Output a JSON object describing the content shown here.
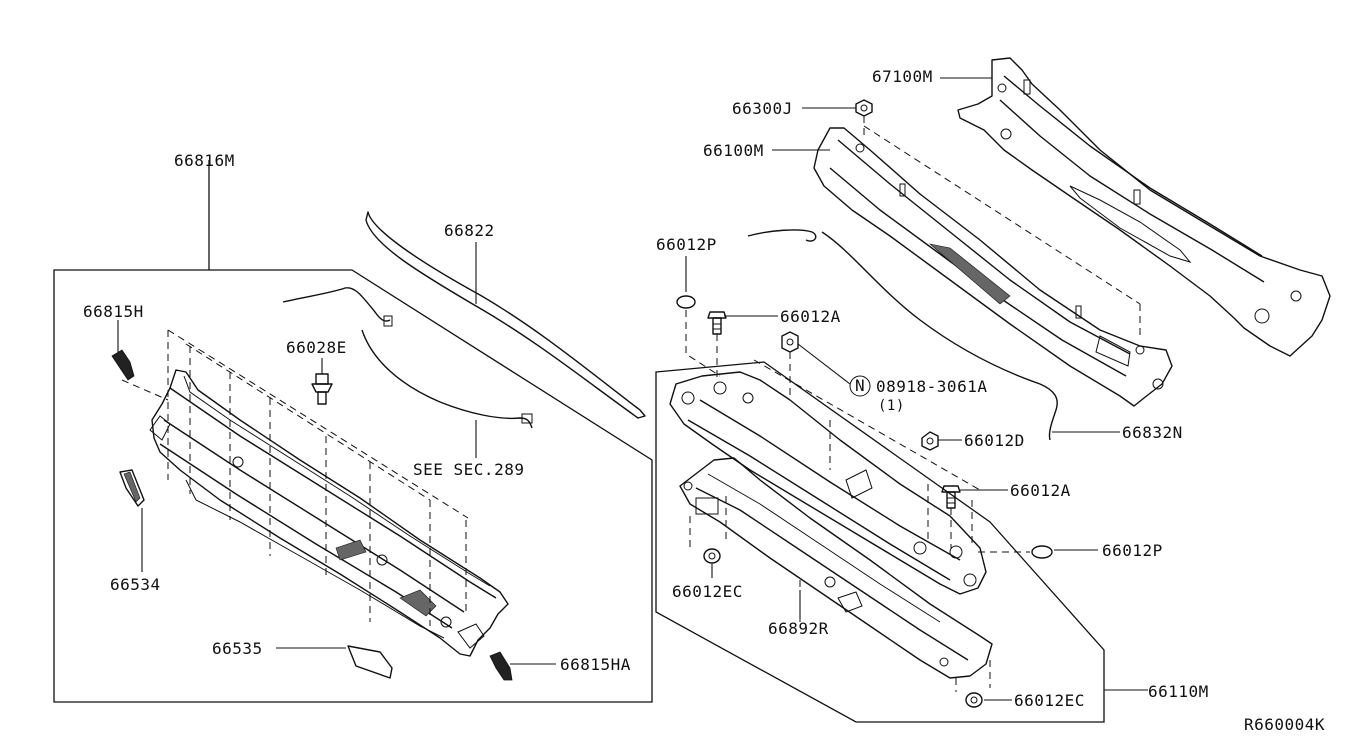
{
  "diagram": {
    "reference_code": "R660004K",
    "part_labels": {
      "p66816M": "66816M",
      "p66822": "66822",
      "p66815H": "66815H",
      "p66028E": "66028E",
      "see_sec": "SEE SEC.289",
      "p66534": "66534",
      "p66535": "66535",
      "p66815HA": "66815HA",
      "p67100M": "67100M",
      "p66300J": "66300J",
      "p66100M": "66100M",
      "p66012P_top": "66012P",
      "p66012A_top": "66012A",
      "p08918": "08918-3061A",
      "p08918_qty": "(1)",
      "n_symbol": "N",
      "p66012D": "66012D",
      "p66832N": "66832N",
      "p66012A_mid": "66012A",
      "p66012P_right": "66012P",
      "p66012EC_left": "66012EC",
      "p66892R": "66892R",
      "p66012EC_bottom": "66012EC",
      "p66110M": "66110M"
    }
  }
}
